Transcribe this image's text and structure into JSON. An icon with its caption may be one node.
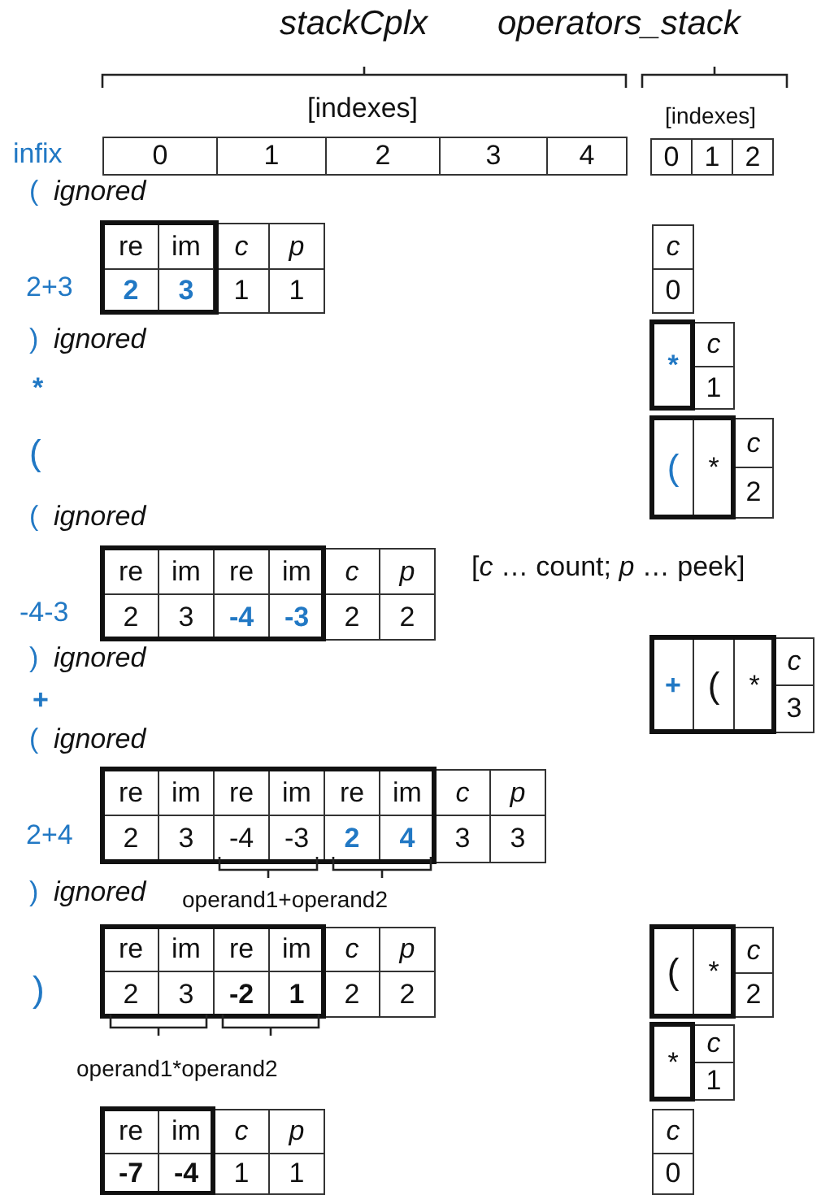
{
  "diagram": {
    "labels": [
      "stackCplx",
      "operators_stack",
      "[indexes]",
      "[indexes]",
      "infix",
      "0",
      "1",
      "2",
      "3",
      "4",
      "0",
      "1",
      "2",
      "(",
      "ignored",
      "re",
      "im",
      "c",
      "p",
      "c",
      "2+3",
      "2",
      "3",
      "1",
      "1",
      "0",
      ")",
      "ignored",
      "*",
      "c",
      "*",
      "1",
      "(",
      "*",
      "c",
      "(",
      "2",
      "(",
      "ignored",
      "re",
      "im",
      "re",
      "im",
      "c",
      "p",
      "[*c* … count; *p* … peek]",
      "-4-3",
      "2",
      "3",
      "-4",
      "-3",
      "2",
      "2",
      ")",
      "ignored",
      "+",
      "(",
      "*",
      "c",
      "+",
      "3",
      "(",
      "ignored",
      "re",
      "im",
      "re",
      "im",
      "re",
      "im",
      "c",
      "p",
      "2+4",
      "2",
      "3",
      "-4",
      "-3",
      "2",
      "4",
      "3",
      "3",
      ")",
      "ignored",
      "operand1+operand2",
      "re",
      "im",
      "re",
      "im",
      "c",
      "p",
      "(",
      "*",
      "c",
      ")",
      "2",
      "3",
      "-2",
      "1",
      "2",
      "2",
      "2",
      "*",
      "c",
      "operand1*operand2",
      "1",
      "re",
      "im",
      "c",
      "p",
      "c",
      "-7",
      "-4",
      "1",
      "1",
      "0"
    ]
  }
}
